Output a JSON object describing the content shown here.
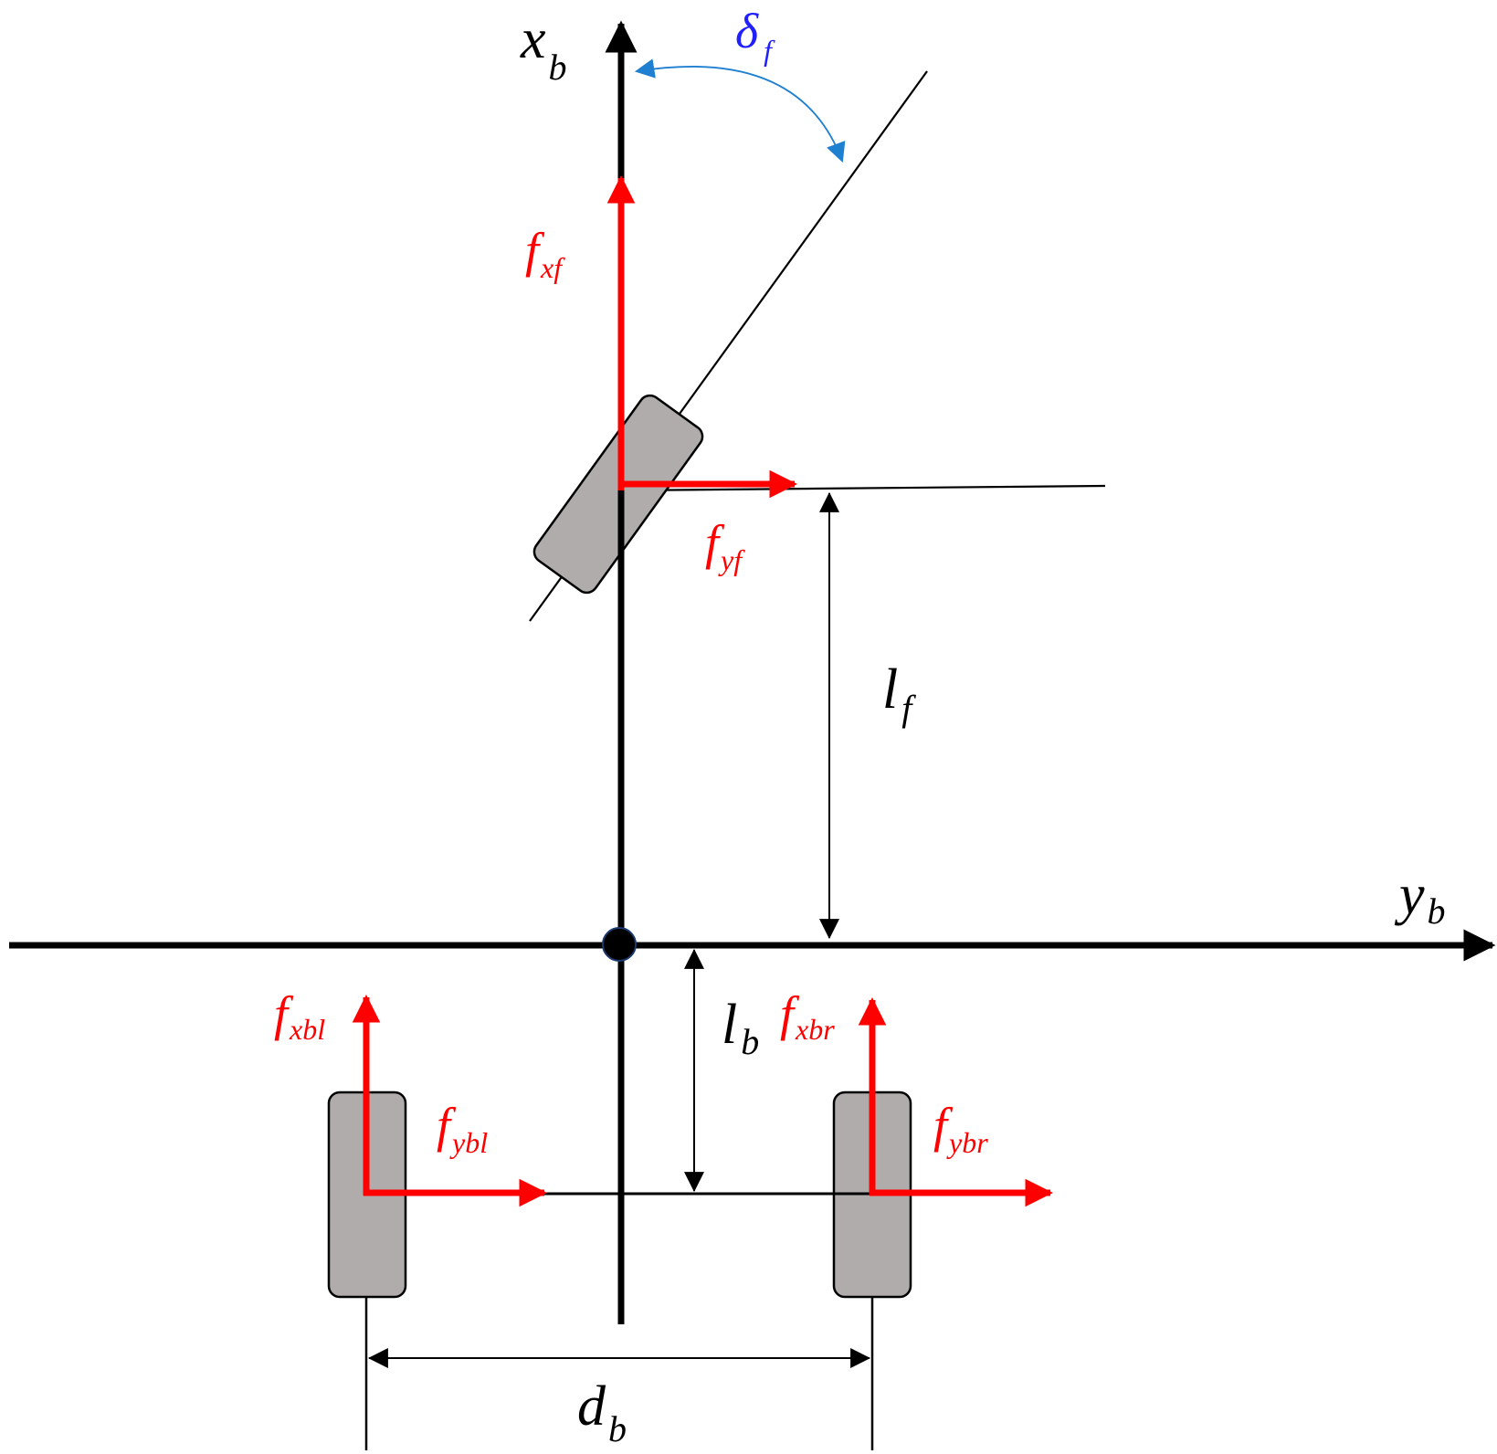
{
  "colors": {
    "axis": "#000000",
    "force": "#ff0000",
    "angle": "#1f7fd0",
    "angle_label": "#1f1fff",
    "wheel_fill": "#b0acab",
    "wheel_stroke": "#000000",
    "cog": "#000000"
  },
  "labels": {
    "x_axis": {
      "main": "x",
      "sub": "b"
    },
    "y_axis": {
      "main": "y",
      "sub": "b"
    },
    "steer_angle": {
      "main": "δ",
      "sub": "f"
    },
    "f_xf": {
      "main": "f",
      "sub": "xf"
    },
    "f_yf": {
      "main": "f",
      "sub": "yf"
    },
    "l_f": {
      "main": "l",
      "sub": "f"
    },
    "l_b": {
      "main": "l",
      "sub": "b"
    },
    "f_xbl": {
      "main": "f",
      "sub": "xbl"
    },
    "f_xbr": {
      "main": "f",
      "sub": "xbr"
    },
    "f_ybl": {
      "main": "f",
      "sub": "ybl"
    },
    "f_ybr": {
      "main": "f",
      "sub": "ybr"
    },
    "d_b": {
      "main": "d",
      "sub": "b"
    }
  }
}
